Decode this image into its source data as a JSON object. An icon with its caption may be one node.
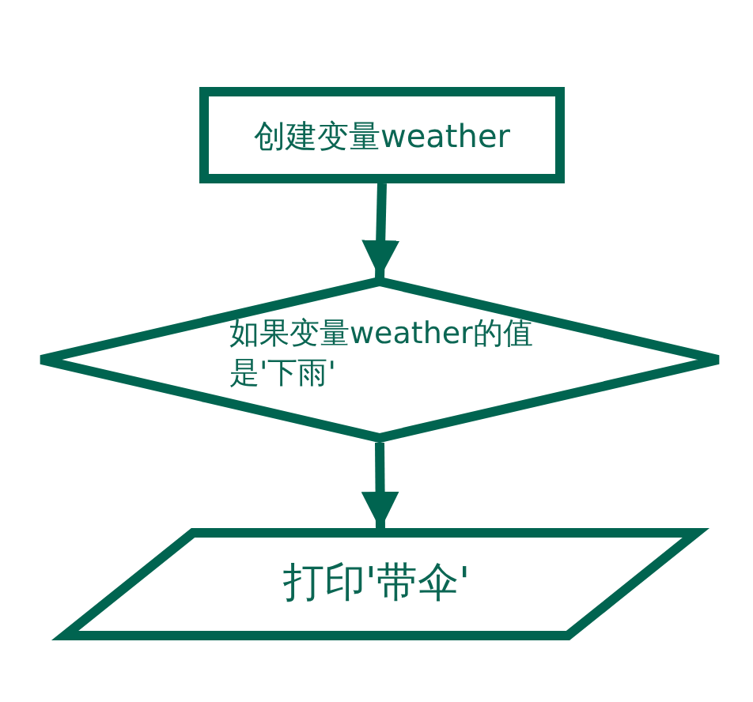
{
  "diagram": {
    "nodes": [
      {
        "text": [
          "创建变量weather"
        ]
      },
      {
        "text": [
          "如果变量weather的值是'下雨'"
        ]
      },
      {
        "text": [
          "打印'带伞'"
        ]
      }
    ],
    "edges": [
      {
        "from": 0,
        "to": 1,
        "arrow": "to"
      },
      {
        "from": 1,
        "to": 2,
        "arrow": "to"
      }
    ]
  }
}
